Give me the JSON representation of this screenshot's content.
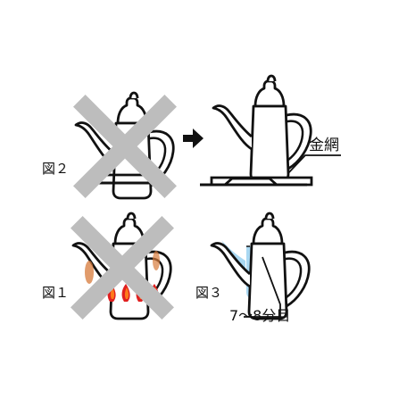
{
  "figures": {
    "fig2": {
      "label": "図２"
    },
    "fig1": {
      "label": "図１"
    },
    "fig3": {
      "label": "図３"
    }
  },
  "callouts": {
    "wire_mesh": "金網",
    "fill_level": "7～8分目"
  },
  "colors": {
    "x_mark": "#bdbdbd",
    "water": "#a9d8f2",
    "flame_outer": "#e02020",
    "flame_inner": "#ff7a1a",
    "scorch": "#d77a3a"
  },
  "icons": {
    "arrow": "right-arrow-icon",
    "kettle": "kettle-icon",
    "stop": "x-mark-icon"
  }
}
